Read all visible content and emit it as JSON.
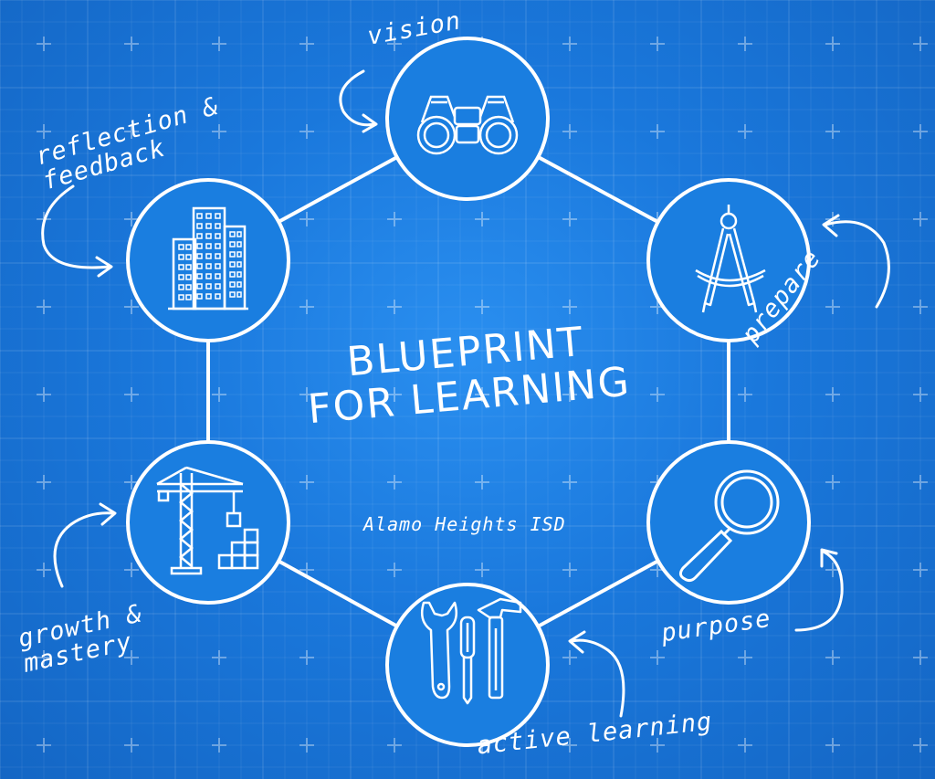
{
  "title_line1": "BLUEPRINT",
  "title_line2": "FOR LEARNING",
  "subtitle": "Alamo Heights ISD",
  "nodes": [
    {
      "id": "vision",
      "label": "vision",
      "icon": "binoculars-icon"
    },
    {
      "id": "prepare",
      "label": "prepare",
      "icon": "compass-icon"
    },
    {
      "id": "purpose",
      "label": "purpose",
      "icon": "magnifying-glass-icon"
    },
    {
      "id": "active_learning",
      "label": "active learning",
      "icon": "tools-icon"
    },
    {
      "id": "growth_mastery",
      "label": "growth &\nmastery",
      "icon": "crane-icon"
    },
    {
      "id": "reflection_feedback",
      "label": "reflection &\nfeedback",
      "icon": "building-icon"
    }
  ],
  "colors": {
    "background": "#1a78dc",
    "line": "#ffffff",
    "grid": "#5aa8f0"
  }
}
